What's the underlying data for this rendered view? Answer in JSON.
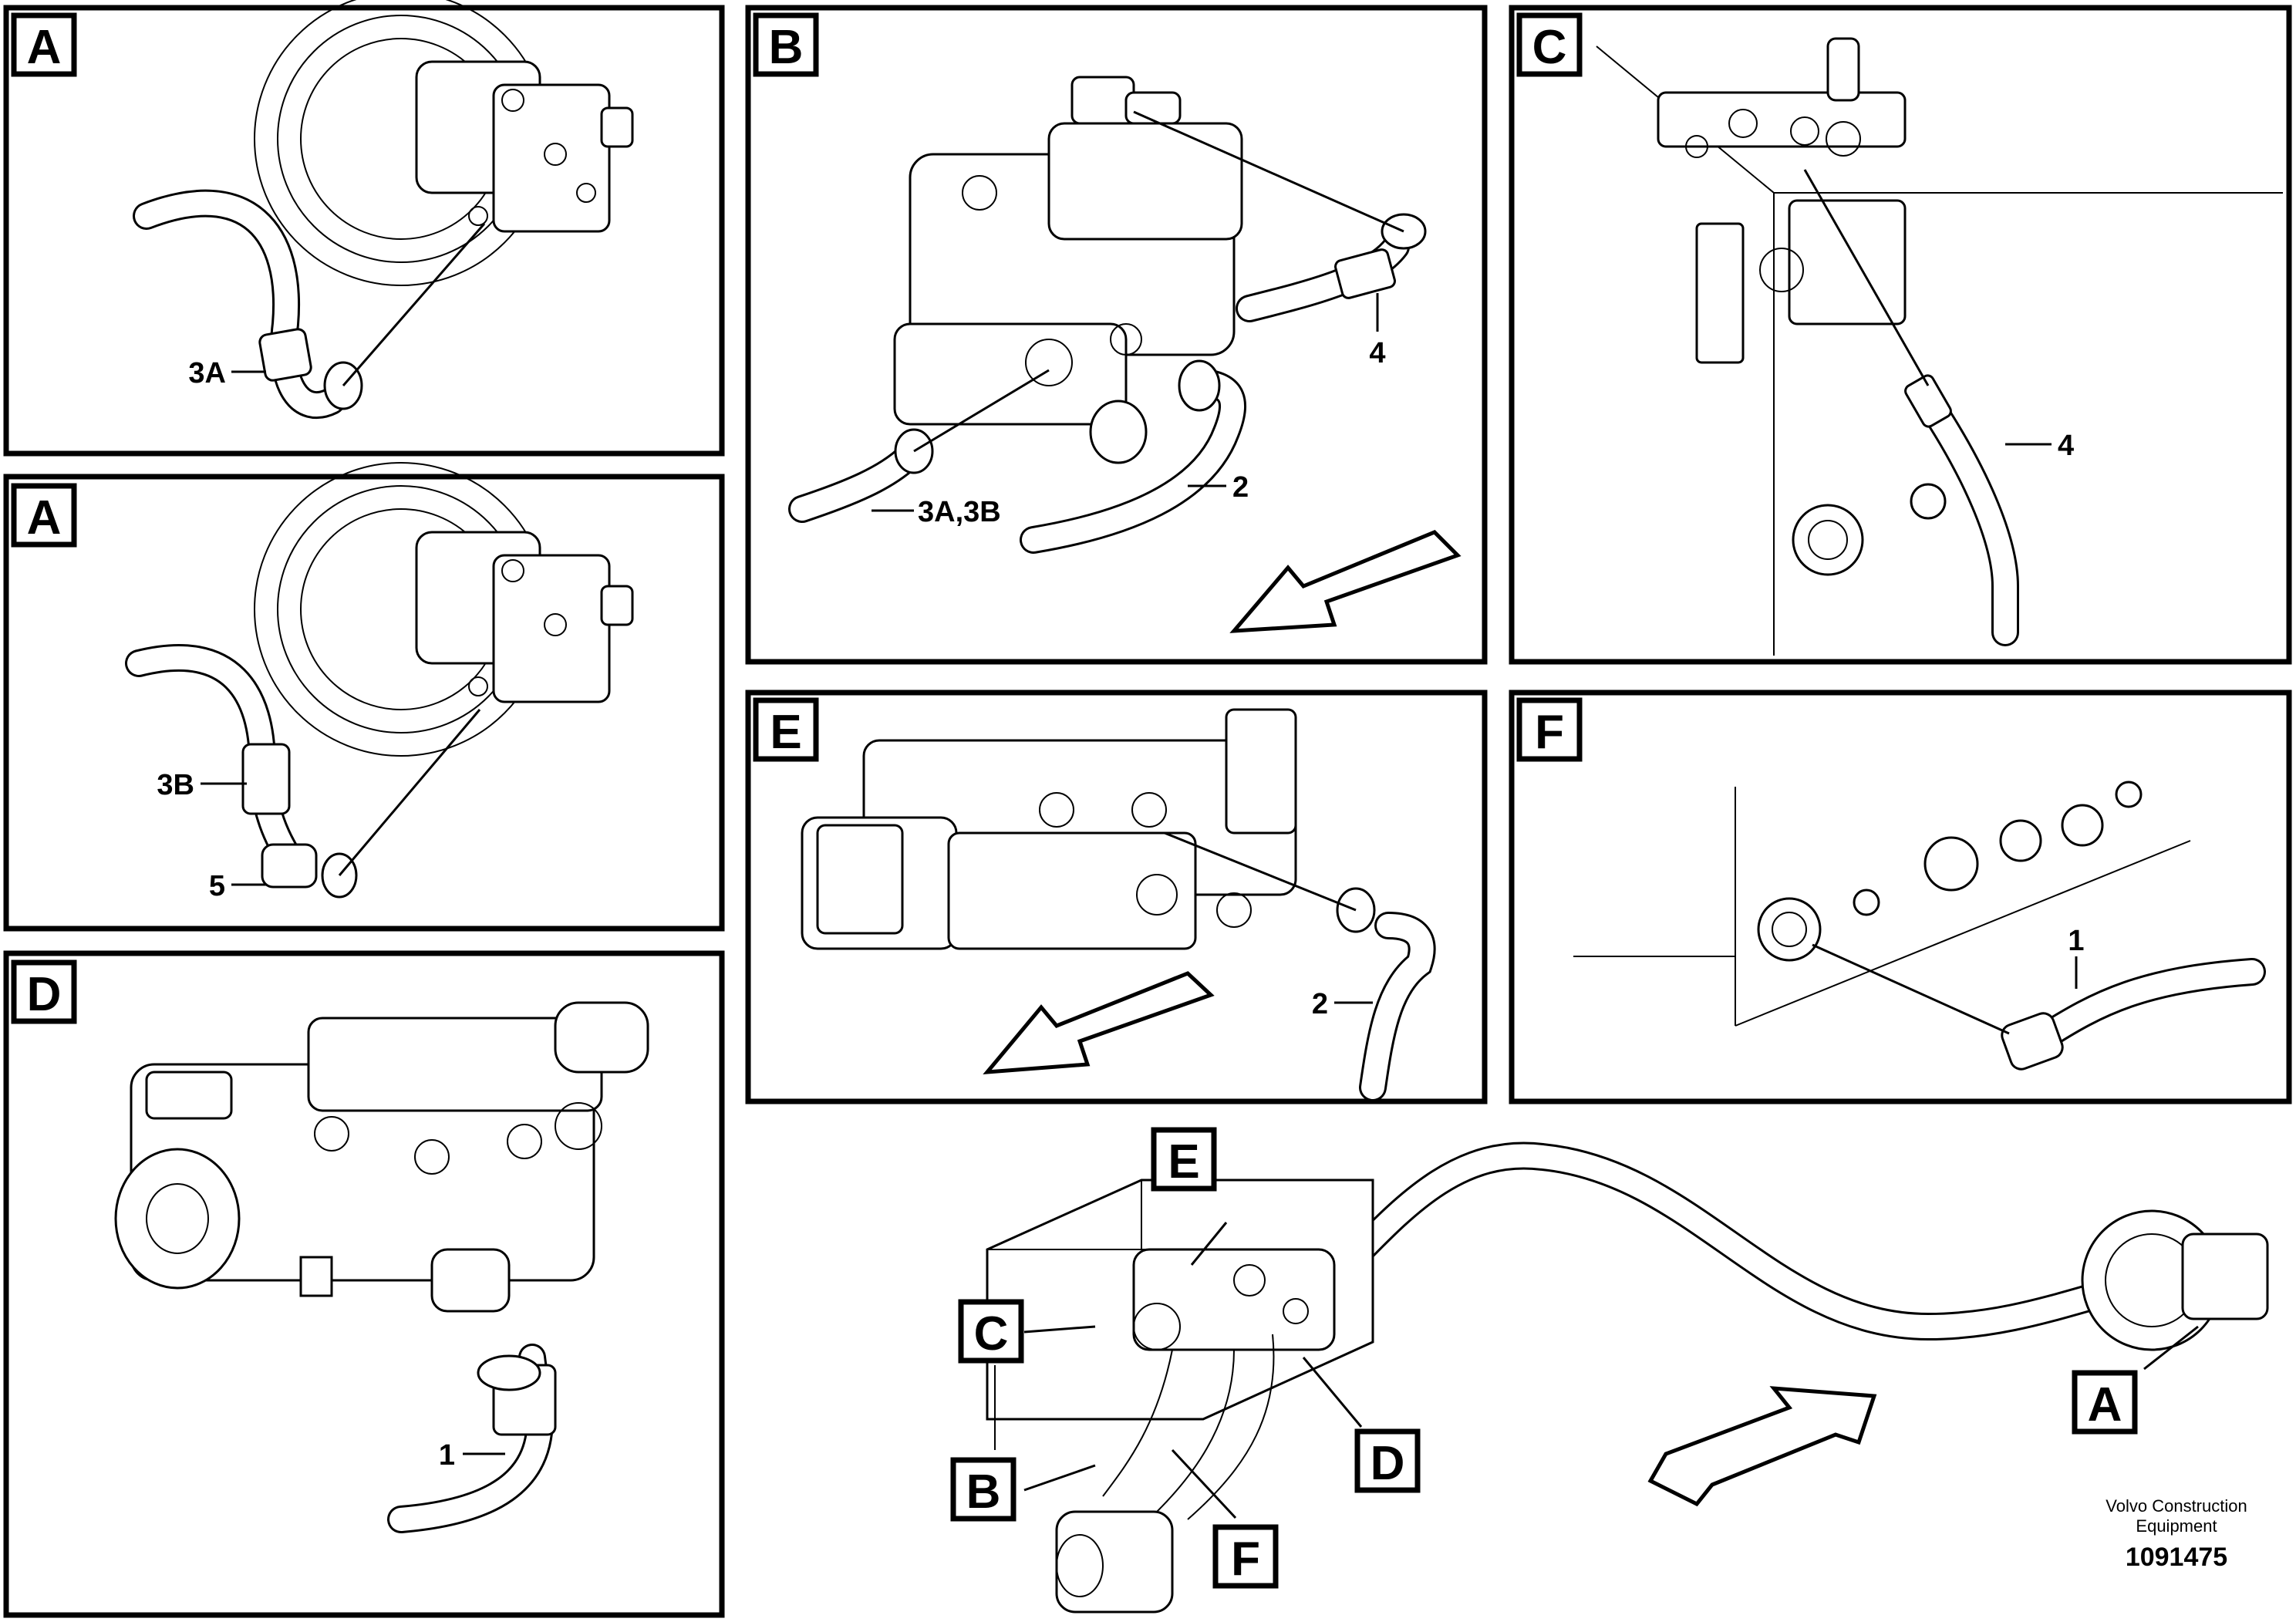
{
  "panels": {
    "a_top": {
      "tag": "A",
      "callouts": [
        "3A"
      ]
    },
    "a_bottom": {
      "tag": "A",
      "callouts": [
        "3B",
        "5"
      ]
    },
    "d": {
      "tag": "D",
      "callouts": [
        "1"
      ]
    },
    "b": {
      "tag": "B",
      "callouts": [
        "4",
        "3A,3B",
        "2"
      ]
    },
    "c": {
      "tag": "C",
      "callouts": [
        "4"
      ]
    },
    "e": {
      "tag": "E",
      "callouts": [
        "2"
      ]
    },
    "f": {
      "tag": "F",
      "callouts": [
        "1"
      ]
    }
  },
  "overview": {
    "tags": [
      "E",
      "C",
      "B",
      "F",
      "D",
      "A"
    ]
  },
  "footer": {
    "brand_line1": "Volvo Construction",
    "brand_line2": "Equipment",
    "doc_number": "1091475"
  }
}
